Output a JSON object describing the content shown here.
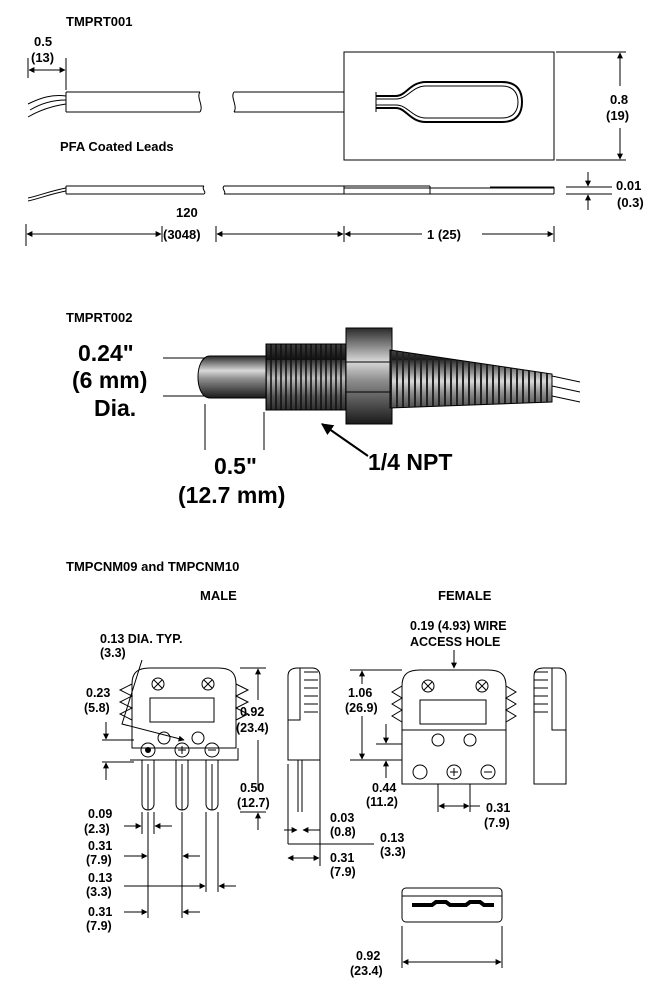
{
  "tmprt001": {
    "title": "TMPRT001",
    "dim_strip": [
      "0.5",
      "(13)"
    ],
    "leads_label": "PFA Coated Leads",
    "dim_height": [
      "0.8",
      "(19)"
    ],
    "dim_thickness": [
      "0.01",
      "(0.3)"
    ],
    "dim_length": [
      "120",
      "(3048)"
    ],
    "dim_tip": "1 (25)"
  },
  "tmprt002": {
    "title": "TMPRT002",
    "diameter": [
      "0.24\"",
      "(6 mm)",
      "Dia."
    ],
    "length": [
      "0.5\"",
      "(12.7 mm)"
    ],
    "thread": "1/4 NPT"
  },
  "connectors": {
    "title": "TMPCNM09 and TMPCNM10",
    "male_label": "MALE",
    "female_label": "FEMALE",
    "hole_dia": [
      "0.13 DIA. TYP.",
      "(3.3)"
    ],
    "wire_access": [
      "0.19 (4.93) WIRE",
      "ACCESS HOLE"
    ],
    "male_dims": {
      "d023": [
        "0.23",
        "(5.8)"
      ],
      "d092": [
        "0.92",
        "(23.4)"
      ],
      "d050": [
        "0.50",
        "(12.7)"
      ],
      "d009": [
        "0.09",
        "(2.3)"
      ],
      "d031a": [
        "0.31",
        "(7.9)"
      ],
      "d013": [
        "0.13",
        "(3.3)"
      ],
      "d031b": [
        "0.31",
        "(7.9)"
      ]
    },
    "side_dims": {
      "d003": [
        "0.03",
        "(0.8)"
      ],
      "d013": [
        "0.13",
        "(3.3)"
      ],
      "d031": [
        "0.31",
        "(7.9)"
      ]
    },
    "female_dims": {
      "d106": [
        "1.06",
        "(26.9)"
      ],
      "d044": [
        "0.44",
        "(11.2)"
      ],
      "d031": [
        "0.31",
        "(7.9)"
      ],
      "d092": [
        "0.92",
        "(23.4)"
      ]
    }
  }
}
